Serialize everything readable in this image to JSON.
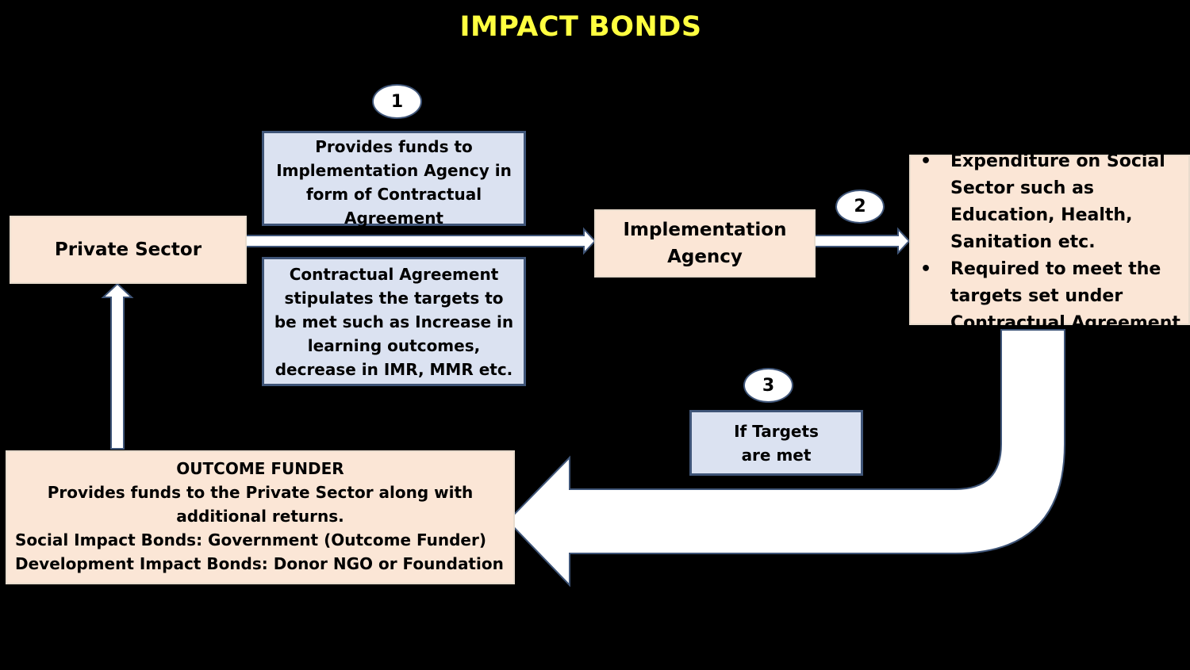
{
  "title": "IMPACT BONDS",
  "steps": [
    "1",
    "2",
    "3"
  ],
  "private_sector": "Private Sector",
  "implementation_agency": "Implementation Agency",
  "funds_note": "Provides funds to Implementation Agency in form of Contractual Agreement",
  "agreement_note": "Contractual Agreement stipulates the targets to be met such as Increase in learning outcomes, decrease in IMR, MMR etc.",
  "expenditure": {
    "items": [
      "Expenditure on Social Sector such as Education, Health, Sanitation etc.",
      "Required to meet the targets set under Contractual Agreement"
    ]
  },
  "targets_note": "If Targets are met",
  "outcome_funder": {
    "heading": "OUTCOME FUNDER",
    "description": "Provides funds to the Private Sector along with additional returns.",
    "sib": "Social Impact Bonds: Government (Outcome Funder)",
    "dib": "Development Impact Bonds: Donor NGO or Foundation"
  },
  "colors": {
    "title": "#ffff40",
    "box_peach": "#fbe6d6",
    "box_blue": "#dbe2f1",
    "border_blue": "#3f5578",
    "arrow_fill": "#ffffff"
  }
}
